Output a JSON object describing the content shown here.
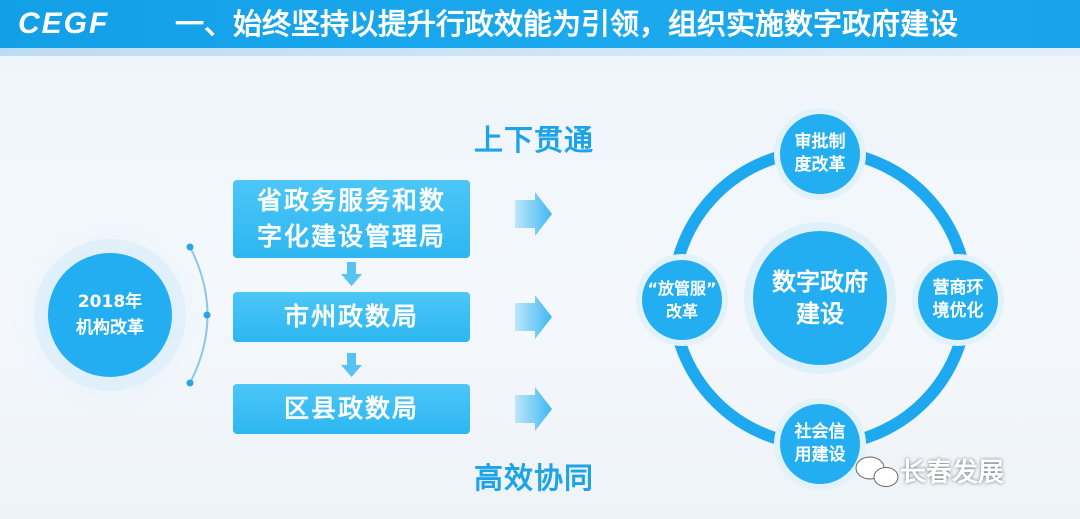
{
  "header": {
    "logo": "CEGF",
    "title": "一、始终坚持以提升行政效能为引领，组织实施数字政府建设"
  },
  "left_circle": {
    "line1": "2018年",
    "line2": "机构改革"
  },
  "labels": {
    "top": "上下贯通",
    "bottom": "高效协同"
  },
  "boxes": [
    {
      "line1": "省政务服务和数",
      "line2": "字化建设管理局"
    },
    {
      "line1": "市州政数局"
    },
    {
      "line1": "区县政数局"
    }
  ],
  "ring": {
    "center": {
      "line1": "数字政府",
      "line2": "建设"
    },
    "top": {
      "line1": "审批制",
      "line2": "度改革"
    },
    "left": {
      "line1": "“放管服”",
      "line2": "改革"
    },
    "right": {
      "line1": "营商环",
      "line2": "境优化"
    },
    "bottom": {
      "line1": "社会信",
      "line2": "用建设"
    }
  },
  "watermark": {
    "text": "长春发展"
  },
  "colors": {
    "primary_blue": "#1fa3e8",
    "header_blue": "#129fe6",
    "box_blue": "#37bcf3"
  }
}
